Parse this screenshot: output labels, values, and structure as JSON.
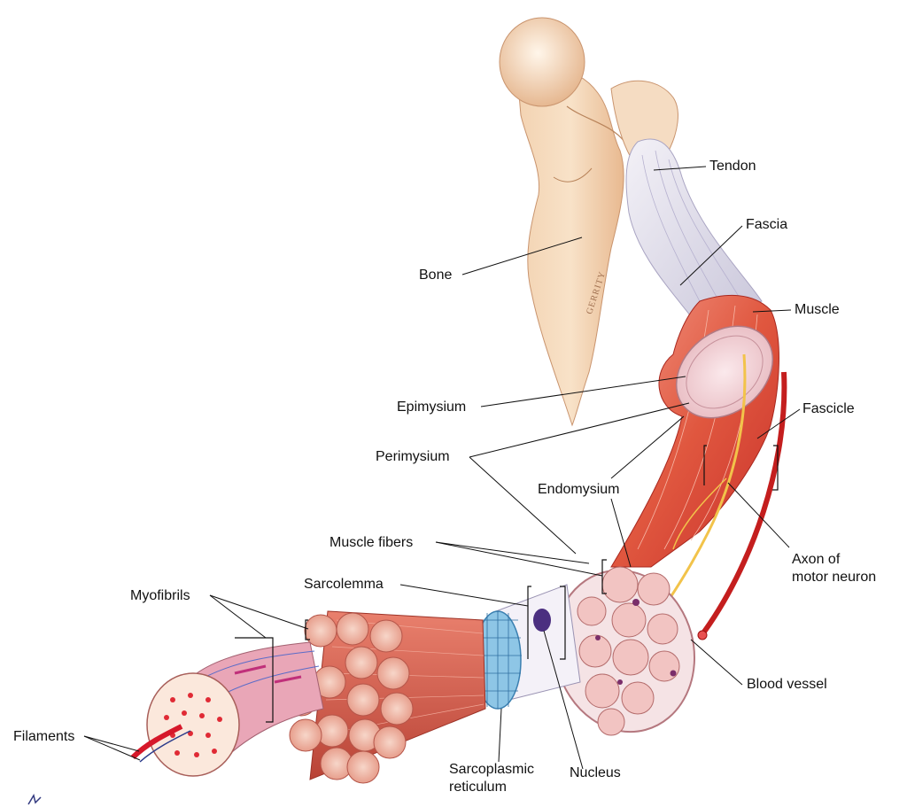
{
  "labels": {
    "tendon": "Tendon",
    "fascia": "Fascia",
    "bone": "Bone",
    "muscle": "Muscle",
    "epimysium": "Epimysium",
    "fascicle": "Fascicle",
    "perimysium": "Perimysium",
    "endomysium": "Endomysium",
    "muscle_fibers": "Muscle fibers",
    "axon": "Axon of\nmotor neuron",
    "sarcolemma": "Sarcolemma",
    "myofibrils": "Myofibrils",
    "blood_vessel": "Blood vessel",
    "filaments": "Filaments",
    "sarcoplasmic": "Sarcoplasmic\nreticulum",
    "nucleus": "Nucleus"
  },
  "artist_signature": "GERRITY"
}
